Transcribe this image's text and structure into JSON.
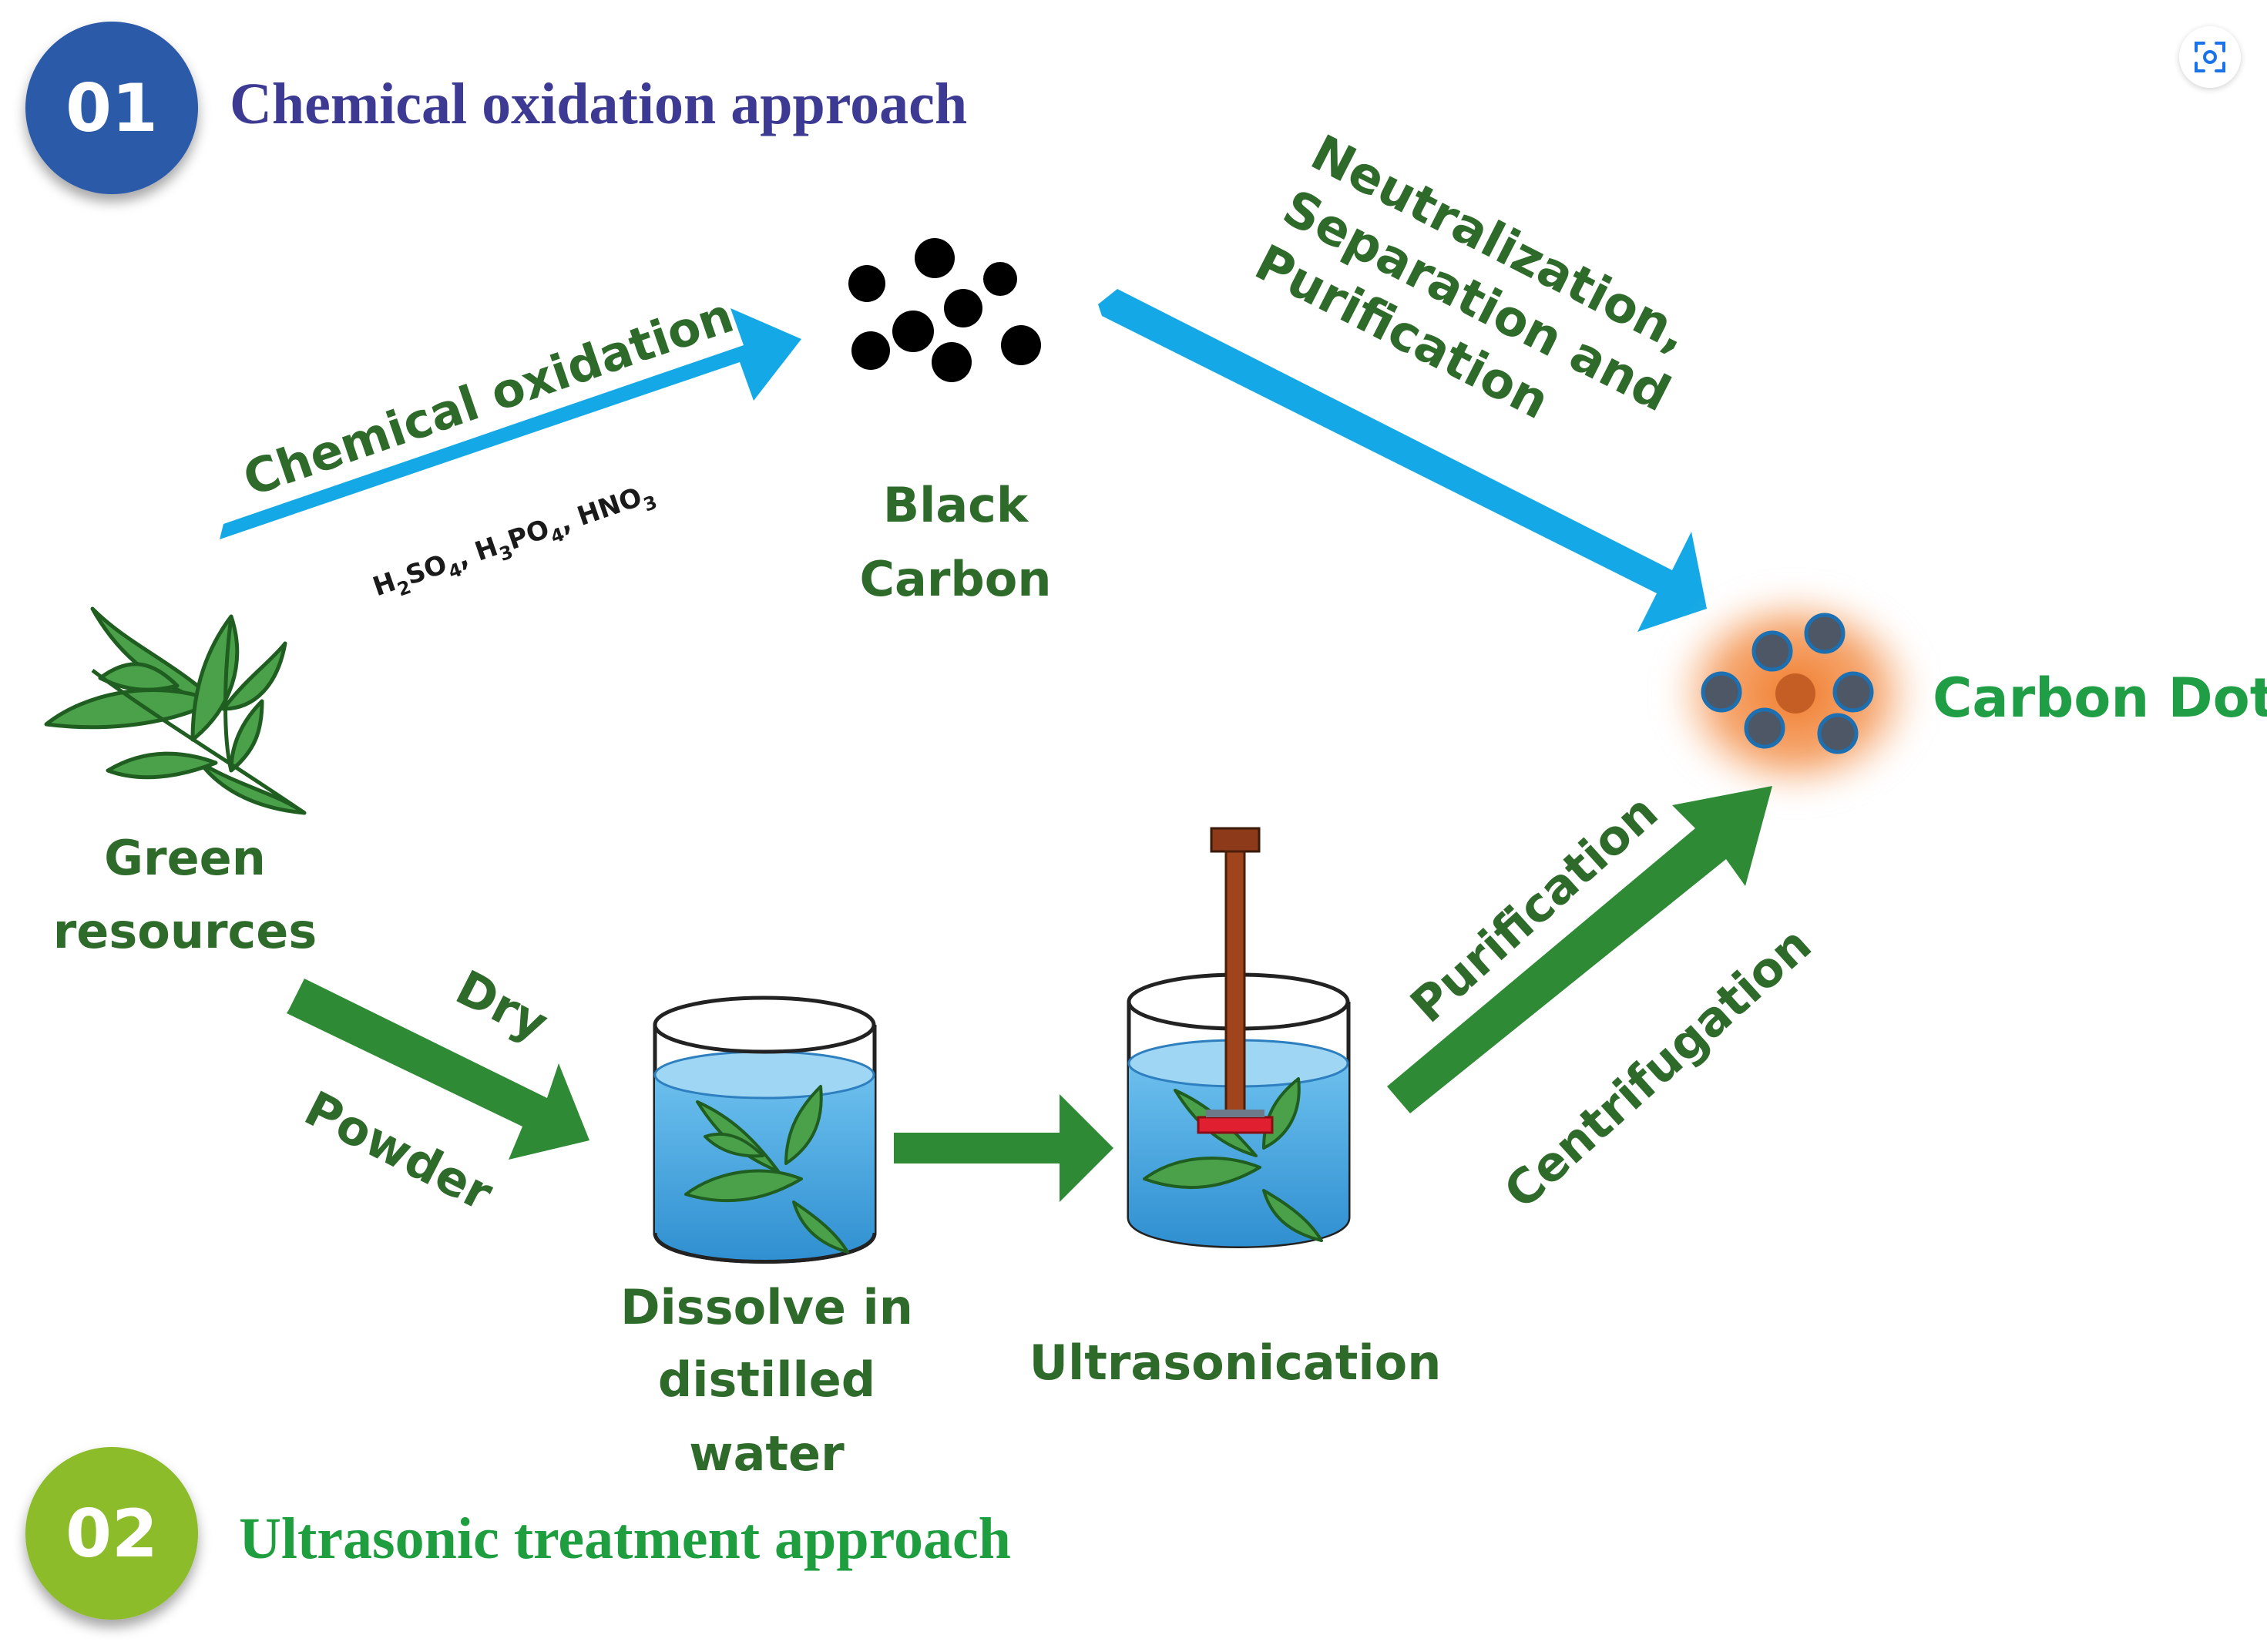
{
  "approach1": {
    "number": "01",
    "title": "Chemical oxidation approach",
    "badge_color": "#2c5aa8",
    "title_color": "#3c3a93"
  },
  "approach2": {
    "number": "02",
    "title": "Ultrasonic treatment approach",
    "badge_color": "#8cbc2c",
    "title_color": "#1e9e3e"
  },
  "steps": {
    "chemical_oxidation": "Chemical oxidation",
    "acids": {
      "h2so4": {
        "a": "H",
        "a_sub": "2",
        "b": "SO",
        "b_sub": "4"
      },
      "h3po4": {
        "a": "H",
        "a_sub": "3",
        "b": "PO",
        "b_sub": "4"
      },
      "hno3": {
        "a": "HNO",
        "a_sub": "3"
      }
    },
    "black_carbon": [
      "Black",
      "Carbon"
    ],
    "neutralization": [
      "Neutralization,",
      "Separation and",
      "Purification"
    ],
    "carbon_dot": "Carbon Dot",
    "green_resources": [
      "Green",
      "resources"
    ],
    "dry": "Dry",
    "powder": "Powder",
    "dissolve": [
      "Dissolve in",
      "distilled",
      "water"
    ],
    "ultrasonication": "Ultrasonication",
    "purification": "Purification",
    "centrifugation": "Centrifugation"
  },
  "icons": {
    "lens": "visual-search-icon",
    "leaf": "leaf-icon",
    "beaker": "beaker-icon",
    "probe": "ultrasonic-probe-icon"
  },
  "colors": {
    "blue_arrow": "#14a9e6",
    "green_arrow": "#2f8a36",
    "label_green": "#2e6b2b",
    "carbon_dot_text": "#1f9e45",
    "leaf_fill": "#4aa14a",
    "water": "#3aa2dc",
    "glow": "#f08a3a"
  }
}
